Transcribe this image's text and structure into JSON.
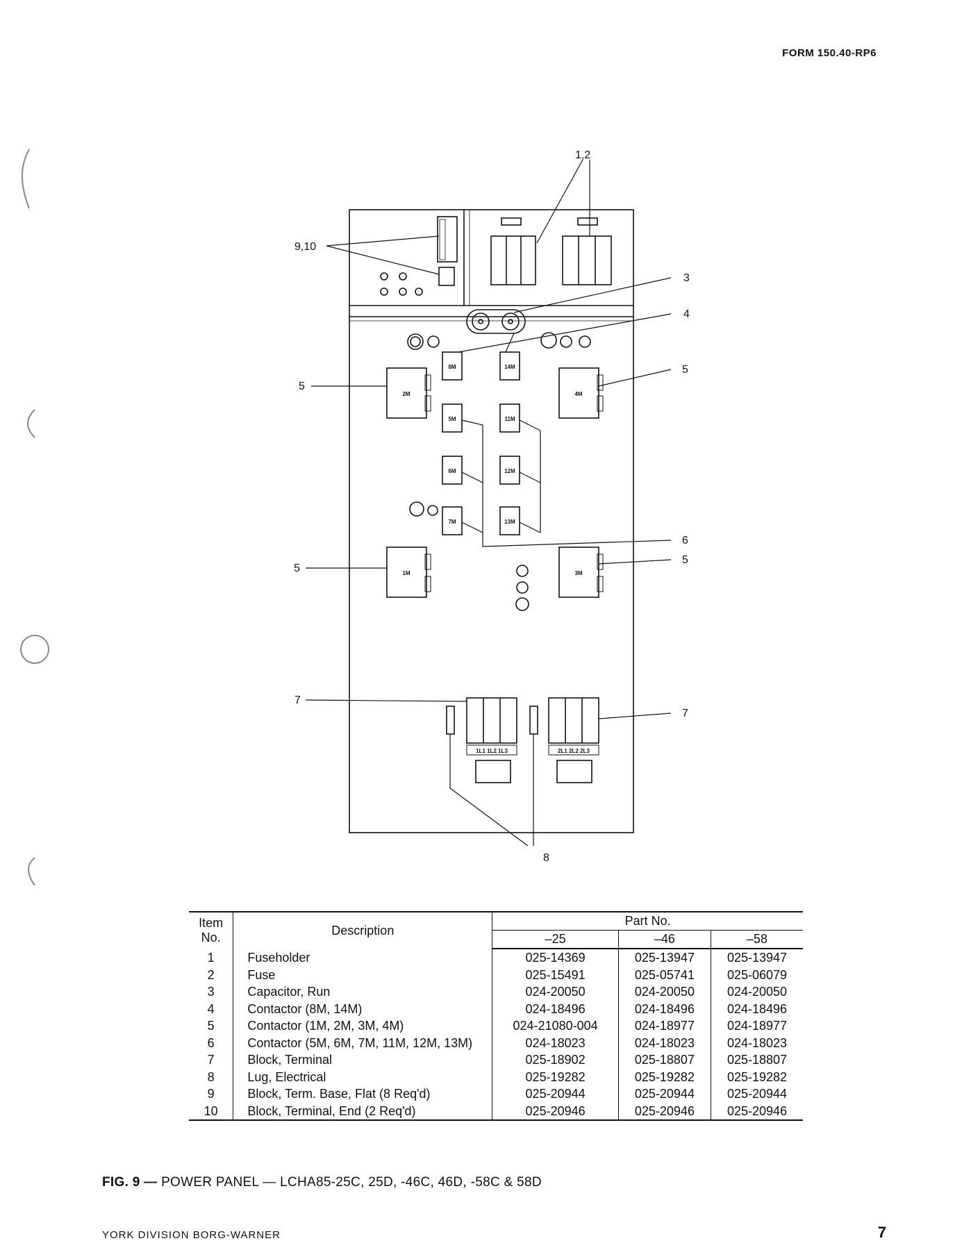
{
  "form_number": "FORM 150.40-RP6",
  "diagram": {
    "callouts": [
      "1,2",
      "9,10",
      "3",
      "4",
      "5",
      "5",
      "5",
      "5",
      "6",
      "7",
      "7",
      "8"
    ],
    "components": [
      "8M",
      "14M",
      "2M",
      "4M",
      "5M",
      "11M",
      "6M",
      "12M",
      "7M",
      "13M",
      "1M",
      "3M"
    ],
    "terminal_labels": [
      "1L1 1L2 1L3",
      "2L1 2L2 2L3"
    ]
  },
  "table": {
    "headers": {
      "item": [
        "Item",
        "No."
      ],
      "description": "Description",
      "part_no": "Part No.",
      "models": [
        "–25",
        "–46",
        "–58"
      ]
    },
    "rows": [
      {
        "item": "1",
        "desc": "Fuseholder",
        "p25": "025-14369",
        "p46": "025-13947",
        "p58": "025-13947"
      },
      {
        "item": "2",
        "desc": "Fuse",
        "p25": "025-15491",
        "p46": "025-05741",
        "p58": "025-06079"
      },
      {
        "item": "3",
        "desc": "Capacitor, Run",
        "p25": "024-20050",
        "p46": "024-20050",
        "p58": "024-20050"
      },
      {
        "item": "4",
        "desc": "Contactor (8M, 14M)",
        "p25": "024-18496",
        "p46": "024-18496",
        "p58": "024-18496"
      },
      {
        "item": "5",
        "desc": "Contactor (1M, 2M, 3M, 4M)",
        "p25": "024-21080-004",
        "p46": "024-18977",
        "p58": "024-18977"
      },
      {
        "item": "6",
        "desc": "Contactor (5M, 6M, 7M, 11M, 12M, 13M)",
        "p25": "024-18023",
        "p46": "024-18023",
        "p58": "024-18023"
      },
      {
        "item": "7",
        "desc": "Block, Terminal",
        "p25": "025-18902",
        "p46": "025-18807",
        "p58": "025-18807"
      },
      {
        "item": "8",
        "desc": "Lug, Electrical",
        "p25": "025-19282",
        "p46": "025-19282",
        "p58": "025-19282"
      },
      {
        "item": "9",
        "desc": "Block, Term. Base, Flat (8 Req'd)",
        "p25": "025-20944",
        "p46": "025-20944",
        "p58": "025-20944"
      },
      {
        "item": "10",
        "desc": "Block, Terminal, End (2 Req'd)",
        "p25": "025-20946",
        "p46": "025-20946",
        "p58": "025-20946"
      }
    ]
  },
  "caption": {
    "fig": "FIG. 9 —",
    "text": "POWER PANEL — LCHA85-25C, 25D, -46C, 46D, -58C & 58D"
  },
  "footer": {
    "left": "YORK DIVISION BORG-WARNER",
    "page": "7"
  }
}
